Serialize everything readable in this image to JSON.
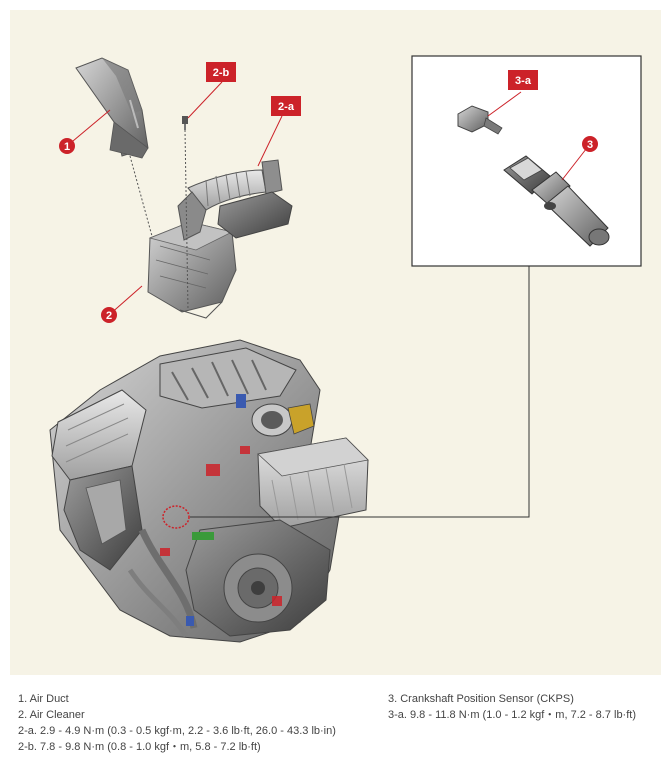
{
  "colors": {
    "panel_bg": "#f6f3e6",
    "callout_red": "#cc2229",
    "part_gray": "#8a8a8a",
    "legend_text": "#444444"
  },
  "figure": {
    "callouts": {
      "c1": "1",
      "c2": "2",
      "c3": "3",
      "t2a": "2-a",
      "t2b": "2-b",
      "t3a": "3-a"
    }
  },
  "legend": {
    "left": [
      "1. Air Duct",
      "2. Air Cleaner",
      "2-a. 2.9 - 4.9 N·m (0.3 - 0.5 kgf·m, 2.2 - 3.6 lb·ft, 26.0 - 43.3 lb·in)",
      "2-b. 7.8 - 9.8 N·m (0.8 - 1.0 kgf・m, 5.8 - 7.2 lb·ft)"
    ],
    "right": [
      "3. Crankshaft Position Sensor (CKPS)",
      "3-a. 9.8 - 11.8 N·m (1.0 - 1.2 kgf・m, 7.2 - 8.7 lb·ft)"
    ]
  }
}
